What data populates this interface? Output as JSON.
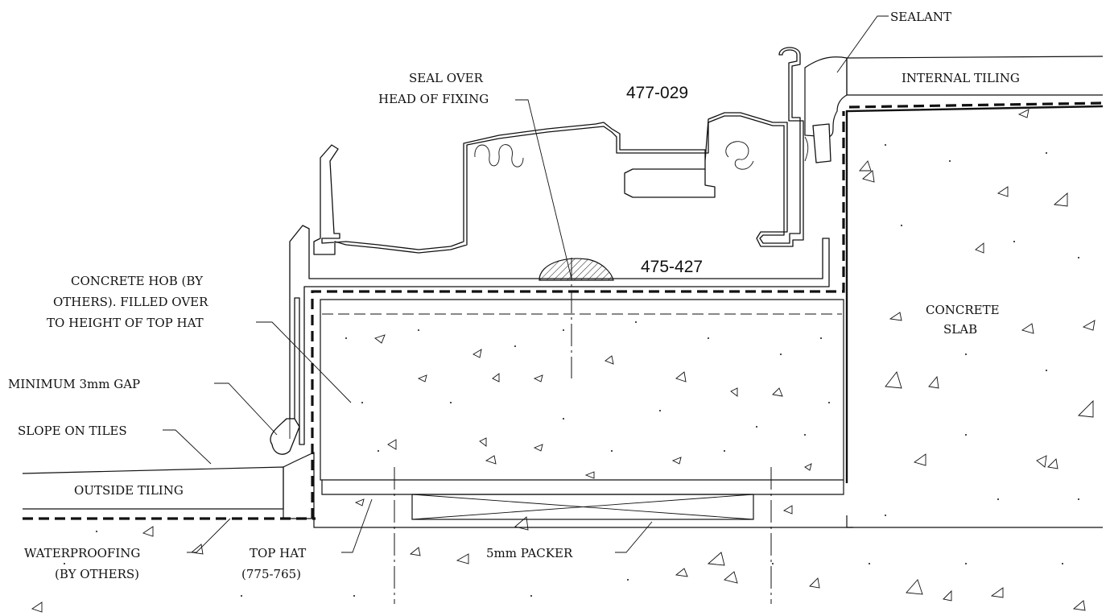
{
  "labels": {
    "sealant": "SEALANT",
    "internal_tiling": "INTERNAL TILING",
    "seal_over_line1": "SEAL OVER",
    "seal_over_line2": "HEAD OF FIXING",
    "code_top": "477-029",
    "code_mid": "475-427",
    "hob_line1": "CONCRETE HOB (BY",
    "hob_line2": "OTHERS). FILLED OVER",
    "hob_line3": "TO HEIGHT OF TOP HAT",
    "min_gap": "MINIMUM 3mm GAP",
    "slope": "SLOPE ON TILES",
    "outside_tiling": "OUTSIDE TILING",
    "slab_line1": "CONCRETE",
    "slab_line2": "SLAB",
    "waterproof_line1": "WATERPROOFING",
    "waterproof_line2": "(BY OTHERS)",
    "tophat_line1": "TOP HAT",
    "tophat_line2": "(775-765)",
    "packer": "5mm PACKER"
  }
}
